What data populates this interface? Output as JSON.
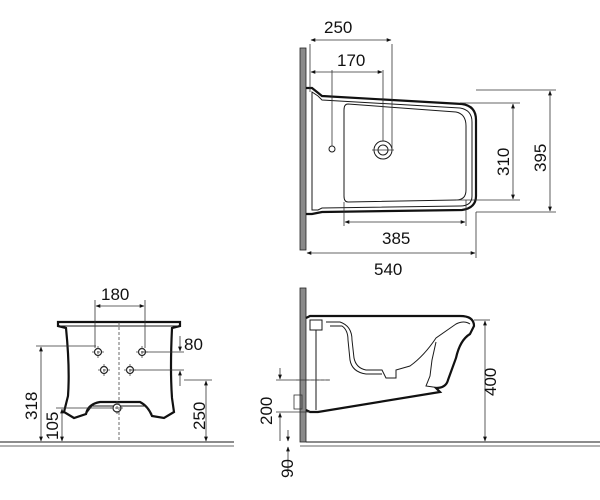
{
  "dimensions": {
    "top": {
      "w250": "250",
      "w170": "170",
      "h310": "310",
      "h395": "395",
      "w385": "385",
      "w540": "540"
    },
    "front": {
      "w180": "180",
      "h80": "80",
      "h318": "318",
      "h250": "250",
      "h105": "105"
    },
    "side": {
      "h400": "400",
      "h200": "200",
      "h90": "90"
    }
  }
}
